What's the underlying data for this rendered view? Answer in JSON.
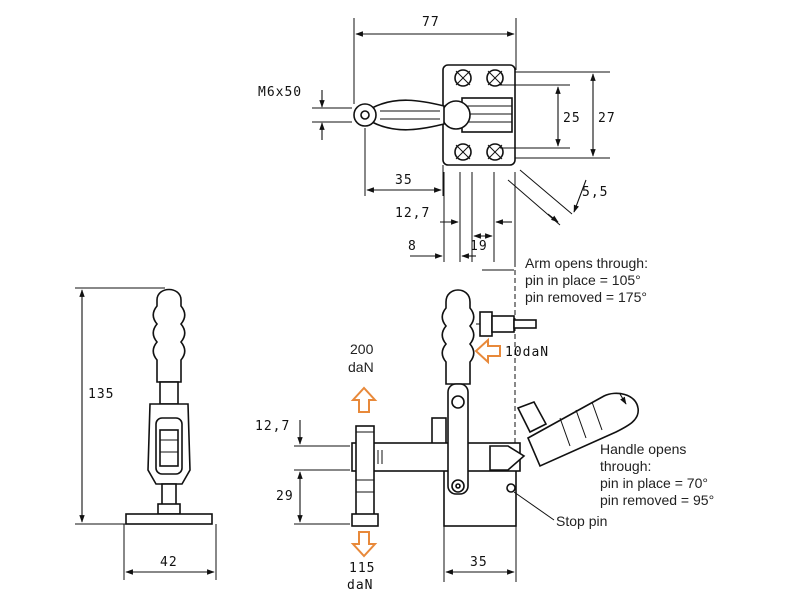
{
  "colors": {
    "ink": "#111111",
    "force_arrow": "#e8893a",
    "background": "#ffffff"
  },
  "top_view": {
    "dim_77": "77",
    "dim_m6x50": "M6x50",
    "dim_25": "25",
    "dim_27": "27",
    "dim_35": "35",
    "dim_5_5": "5,5",
    "dim_12_7": "12,7",
    "dim_8": "8",
    "dim_19": "19"
  },
  "front_view": {
    "dim_135": "135",
    "dim_42": "42"
  },
  "side_view": {
    "dim_12_7": "12,7",
    "dim_29": "29",
    "dim_35": "35",
    "force_200": "200",
    "force_200_unit": "daN",
    "force_115": "115",
    "force_115_unit": "daN",
    "force_10": "10daN"
  },
  "annotations": {
    "arm_opens_line1": "Arm opens through:",
    "arm_opens_line2": "pin in place = 105°",
    "arm_opens_line3": "pin removed = 175°",
    "handle_opens_line1": "Handle opens",
    "handle_opens_line2": "through:",
    "handle_opens_line3": "pin in place = 70°",
    "handle_opens_line4": "pin removed = 95°",
    "stop_pin": "Stop pin"
  }
}
